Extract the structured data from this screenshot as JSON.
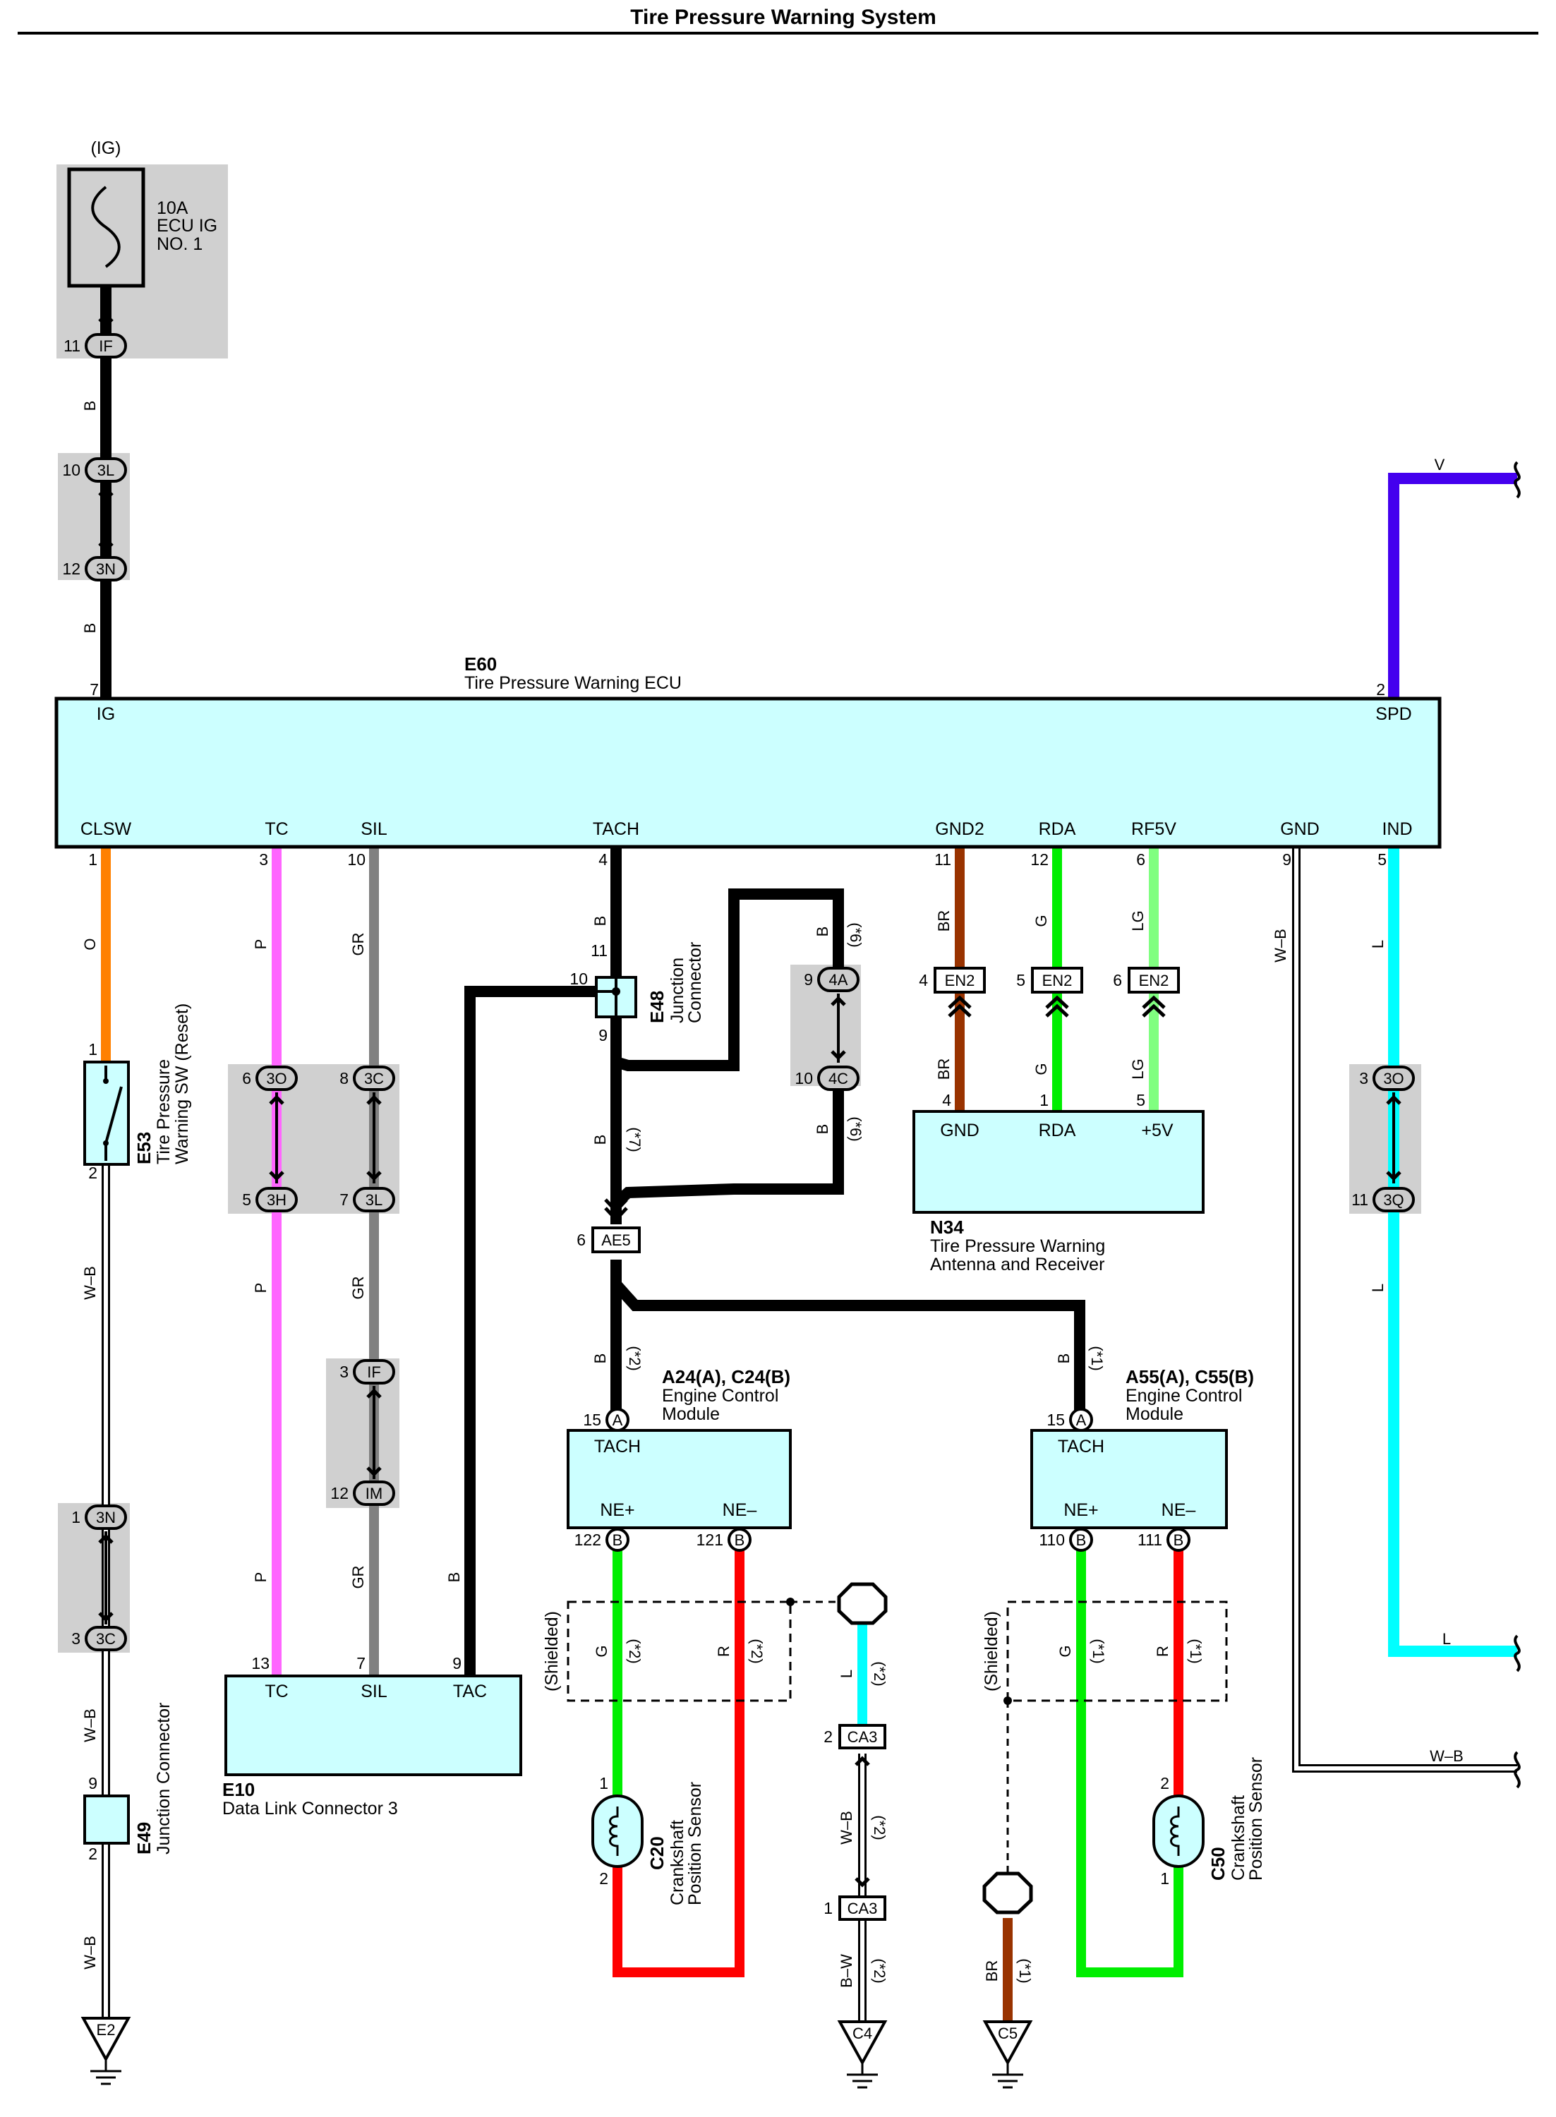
{
  "title": "Tire Pressure Warning System",
  "fuse": {
    "supply": "(IG)",
    "rating": "10A",
    "name_line1": "ECU IG",
    "name_line2": "NO. 1",
    "pin": "11",
    "connector": "IF"
  },
  "colors": {
    "black": "#000000",
    "orange": "#ff8000",
    "pink": "#ff66ff",
    "gray": "#808080",
    "brown": "#993300",
    "green": "#00ee00",
    "light_green": "#80ff80",
    "violet": "#4400ee",
    "cyan": "#00ffff",
    "red": "#ff0000",
    "box_fill": "#ccffff",
    "junction_shade": "#d0d0d0"
  },
  "ecu": {
    "code": "E60",
    "name": "Tire Pressure Warning ECU",
    "top_pins": [
      {
        "num": "7",
        "label": "IG"
      },
      {
        "num": "2",
        "label": "SPD"
      }
    ],
    "bottom_pins": [
      {
        "num": "1",
        "label": "CLSW"
      },
      {
        "num": "3",
        "label": "TC"
      },
      {
        "num": "10",
        "label": "SIL"
      },
      {
        "num": "4",
        "label": "TACH"
      },
      {
        "num": "11",
        "label": "GND2"
      },
      {
        "num": "12",
        "label": "RDA"
      },
      {
        "num": "6",
        "label": "RF5V"
      },
      {
        "num": "9",
        "label": "GND"
      },
      {
        "num": "5",
        "label": "IND"
      }
    ]
  },
  "junctions": {
    "3L_top": {
      "pin": "10",
      "code": "3L"
    },
    "3N_top": {
      "pin": "12",
      "code": "3N"
    },
    "3O_left": {
      "pin": "6",
      "code": "3O"
    },
    "3H": {
      "pin": "5",
      "code": "3H"
    },
    "3C_mid": {
      "pin": "8",
      "code": "3C"
    },
    "3L_mid": {
      "pin": "7",
      "code": "3L"
    },
    "IF_low": {
      "pin": "3",
      "code": "IF"
    },
    "IM": {
      "pin": "12",
      "code": "IM"
    },
    "3N_low": {
      "pin": "1",
      "code": "3N"
    },
    "3C_low": {
      "pin": "3",
      "code": "3C"
    },
    "4A": {
      "pin": "9",
      "code": "4A"
    },
    "4C": {
      "pin": "10",
      "code": "4C"
    },
    "3O_right": {
      "pin": "3",
      "code": "3O"
    },
    "3Q": {
      "pin": "11",
      "code": "3Q"
    }
  },
  "wire_labels": {
    "b": "B",
    "o": "O",
    "p": "P",
    "gr": "GR",
    "br": "BR",
    "g": "G",
    "lg": "LG",
    "wb": "W–B",
    "bw": "B–W",
    "l": "L",
    "v": "V",
    "r": "R"
  },
  "notes": {
    "n1": "(*1)",
    "n2": "(*2)",
    "n6": "(*6)",
    "n7": "(*7)"
  },
  "e48": {
    "code": "E48",
    "name_line1": "Junction",
    "name_line2": "Connector",
    "pin_top": "11",
    "pin_left": "10",
    "pin_bottom": "9"
  },
  "ae5": {
    "pin": "6",
    "code": "AE5"
  },
  "e53": {
    "code": "E53",
    "name_line1": "Tire Pressure",
    "name_line2": "Warning SW (Reset)",
    "pin_top": "1",
    "pin_bottom": "2"
  },
  "e49": {
    "code": "E49",
    "name": "Junction Connector",
    "pin_top": "9",
    "pin_bottom": "2"
  },
  "e2": {
    "code": "E2"
  },
  "e10": {
    "code": "E10",
    "name": "Data Link Connector 3",
    "pins": [
      {
        "num": "13",
        "label": "TC"
      },
      {
        "num": "7",
        "label": "SIL"
      },
      {
        "num": "9",
        "label": "TAC"
      }
    ]
  },
  "en2": {
    "code": "EN2",
    "pins": [
      "4",
      "5",
      "6"
    ]
  },
  "n34": {
    "code": "N34",
    "name_line1": "Tire Pressure Warning",
    "name_line2": "Antenna and Receiver",
    "pins": [
      {
        "num": "4",
        "label": "GND"
      },
      {
        "num": "1",
        "label": "RDA"
      },
      {
        "num": "5",
        "label": "+5V"
      }
    ]
  },
  "ecm_left": {
    "code": "A24(A), C24(B)",
    "name_line1": "Engine Control",
    "name_line2": "Module",
    "tach_pin": "15",
    "tach_conn": "A",
    "tach_label": "TACH",
    "ne_plus_label": "NE+",
    "ne_minus_label": "NE–",
    "ne_plus_pin": "122",
    "ne_minus_pin": "121",
    "ne_conn": "B"
  },
  "ecm_right": {
    "code": "A55(A), C55(B)",
    "name_line1": "Engine Control",
    "name_line2": "Module",
    "tach_pin": "15",
    "tach_conn": "A",
    "tach_label": "TACH",
    "ne_plus_label": "NE+",
    "ne_minus_label": "NE–",
    "ne_plus_pin": "110",
    "ne_minus_pin": "111",
    "ne_conn": "B"
  },
  "shielded": "(Shielded)",
  "c20": {
    "code": "C20",
    "name_line1": "Crankshaft",
    "name_line2": "Position Sensor",
    "pin_top": "1",
    "pin_bottom": "2"
  },
  "c50": {
    "code": "C50",
    "name_line1": "Crankshaft",
    "name_line2": "Position Sensor",
    "pin_top": "2",
    "pin_bottom": "1"
  },
  "ca3": {
    "code": "CA3",
    "pin_top": "2",
    "pin_bottom": "1"
  },
  "c4": {
    "code": "C4"
  },
  "c5": {
    "code": "C5"
  }
}
